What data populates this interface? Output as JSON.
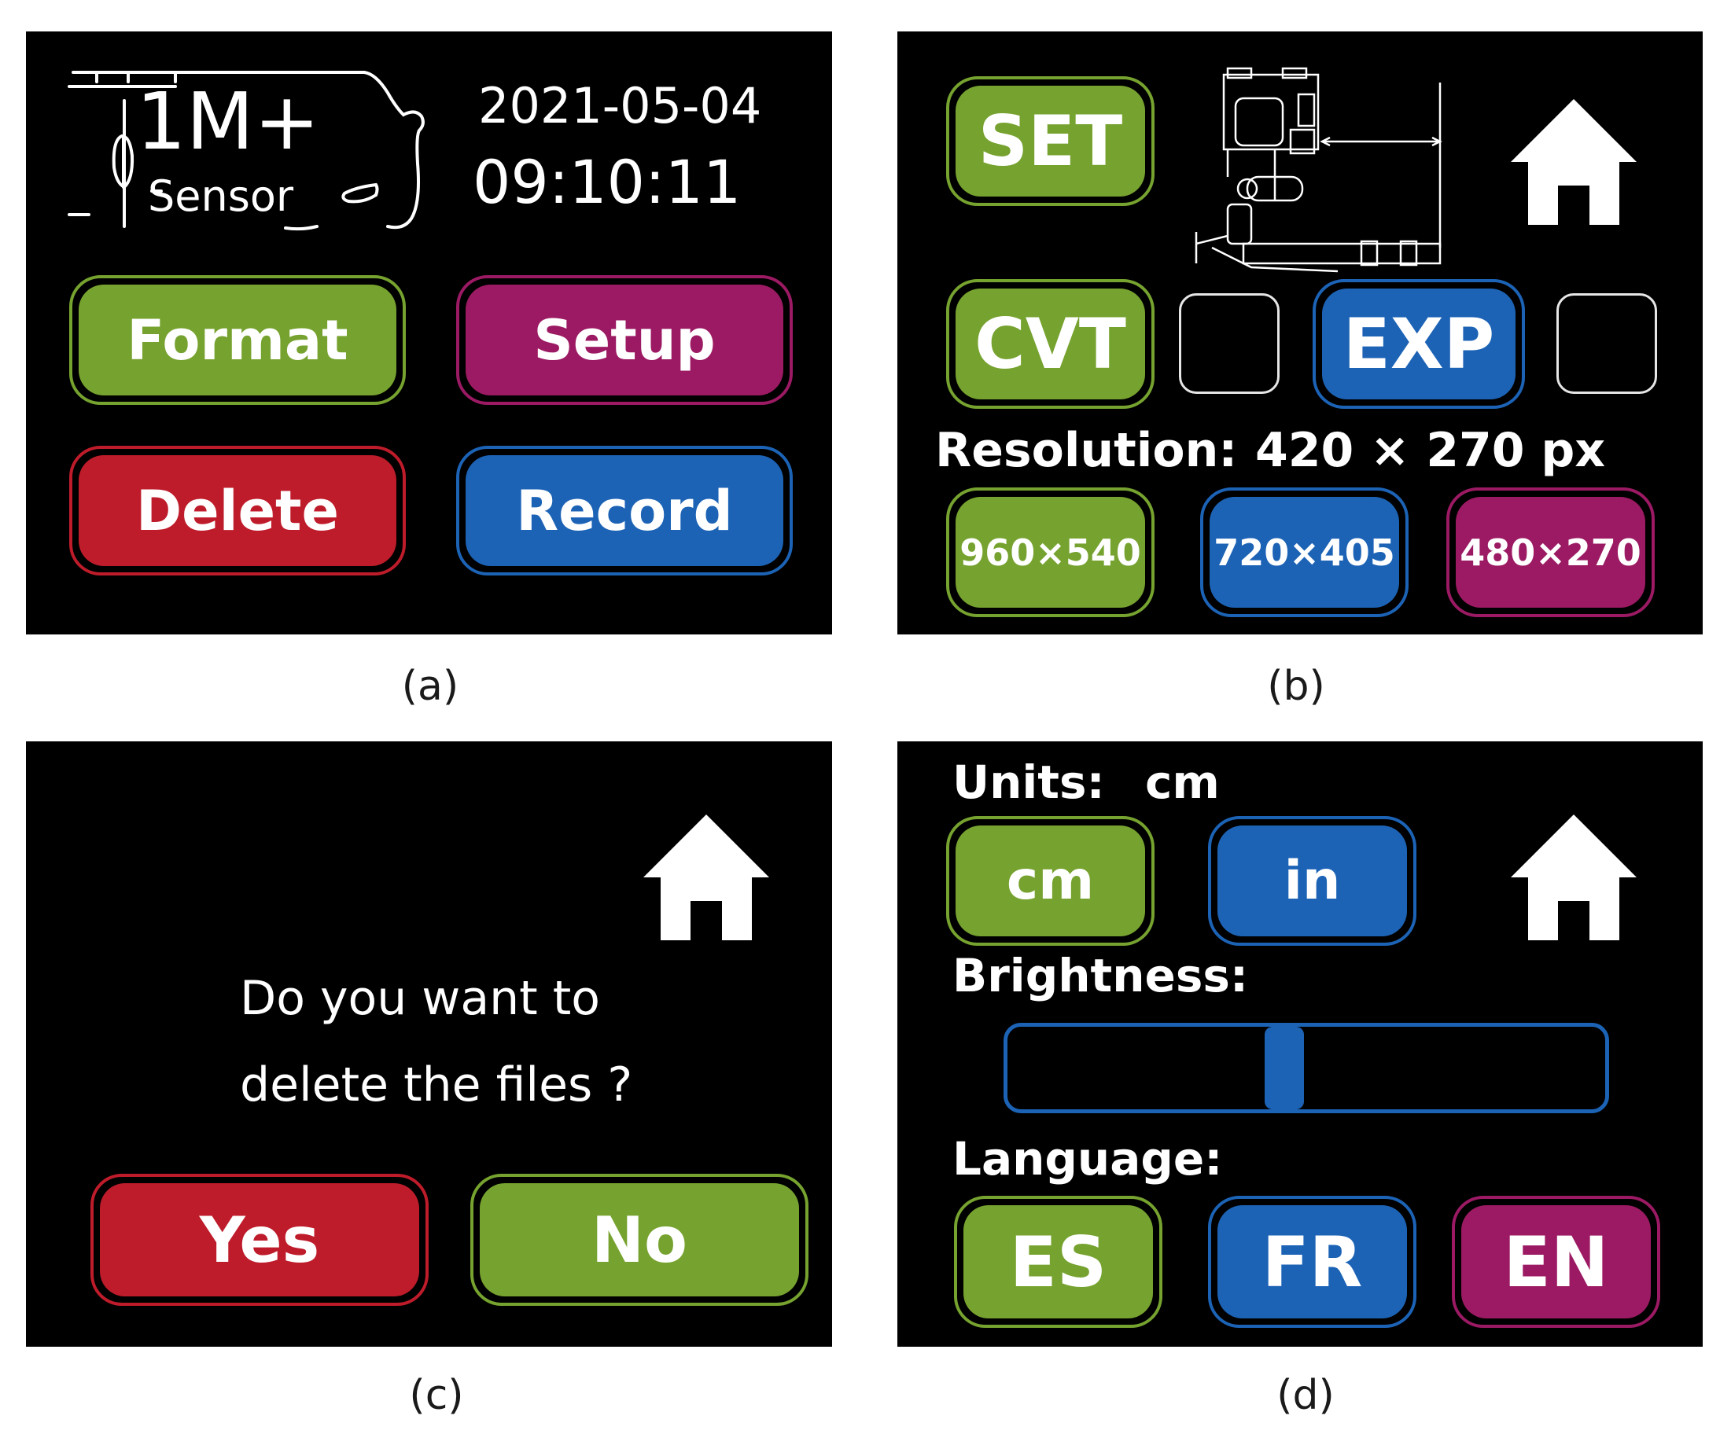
{
  "colors": {
    "green": "#76a22f",
    "purple": "#9b1a63",
    "red": "#be1c2a",
    "blue": "#1c63b6",
    "panel": "#000000"
  },
  "panel_a": {
    "logo_main": "1M+",
    "logo_sub": "Sensor",
    "date": "2021-05-04",
    "time": "09:10:11",
    "buttons": {
      "format": "Format",
      "setup": "Setup",
      "delete": "Delete",
      "record": "Record"
    },
    "caption": "(a)"
  },
  "panel_b": {
    "set": "SET",
    "cvt": "CVT",
    "exp": "EXP",
    "resolution_label": "Resolution:",
    "resolution_value": "420 × 270 px",
    "res_buttons": [
      "960×540",
      "720×405",
      "480×270"
    ],
    "home_icon": "home-icon",
    "caption": "(b)"
  },
  "panel_c": {
    "question_line1": "Do you want to",
    "question_line2": "delete the files ?",
    "yes": "Yes",
    "no": "No",
    "home_icon": "home-icon",
    "caption": "(c)"
  },
  "panel_d": {
    "units_label": "Units:",
    "units_value": "cm",
    "unit_buttons": [
      "cm",
      "in"
    ],
    "brightness_label": "Brightness:",
    "brightness_level": 0.46,
    "language_label": "Language:",
    "language_buttons": [
      "ES",
      "FR",
      "EN"
    ],
    "home_icon": "home-icon",
    "caption": "(d)"
  }
}
